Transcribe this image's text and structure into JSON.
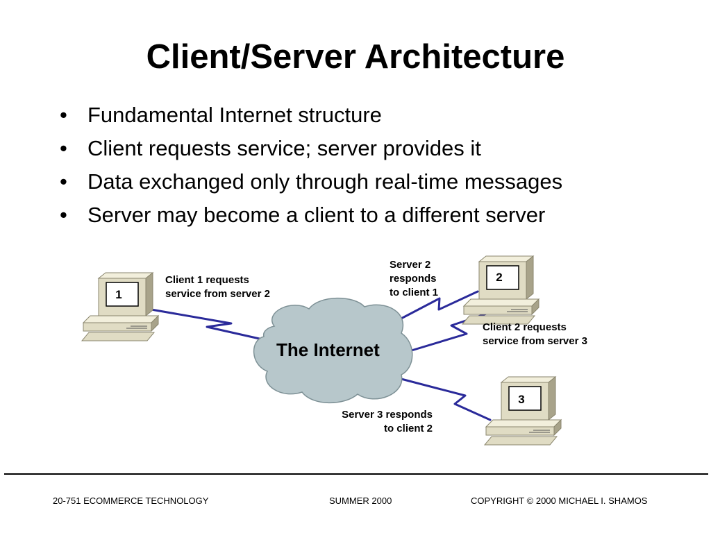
{
  "title": "Client/Server Architecture",
  "bullets": [
    "Fundamental Internet structure",
    "Client requests service; server provides it",
    "Data exchanged only through real-time messages",
    "Server may become a client to a different server"
  ],
  "diagram": {
    "cloud_label": "The Internet",
    "computers": [
      "1",
      "2",
      "3"
    ],
    "labels": {
      "client1_request": "Client 1 requests\nservice from server 2",
      "server2_response": "Server 2\nresponds\nto client 1",
      "client2_request": "Client 2 requests\nservice from server 3",
      "server3_response": "Server 3 responds\nto client 2"
    },
    "colors": {
      "cloud_fill": "#b7c7cb",
      "cloud_stroke": "#7e9196",
      "link_line": "#2a2a9a",
      "computer_body": "#e0dcc4",
      "computer_shadow": "#a8a38a"
    }
  },
  "footer": {
    "left": "20-751 ECOMMERCE TECHNOLOGY",
    "center": "SUMMER 2000",
    "right": "COPYRIGHT © 2000 MICHAEL I. SHAMOS"
  }
}
